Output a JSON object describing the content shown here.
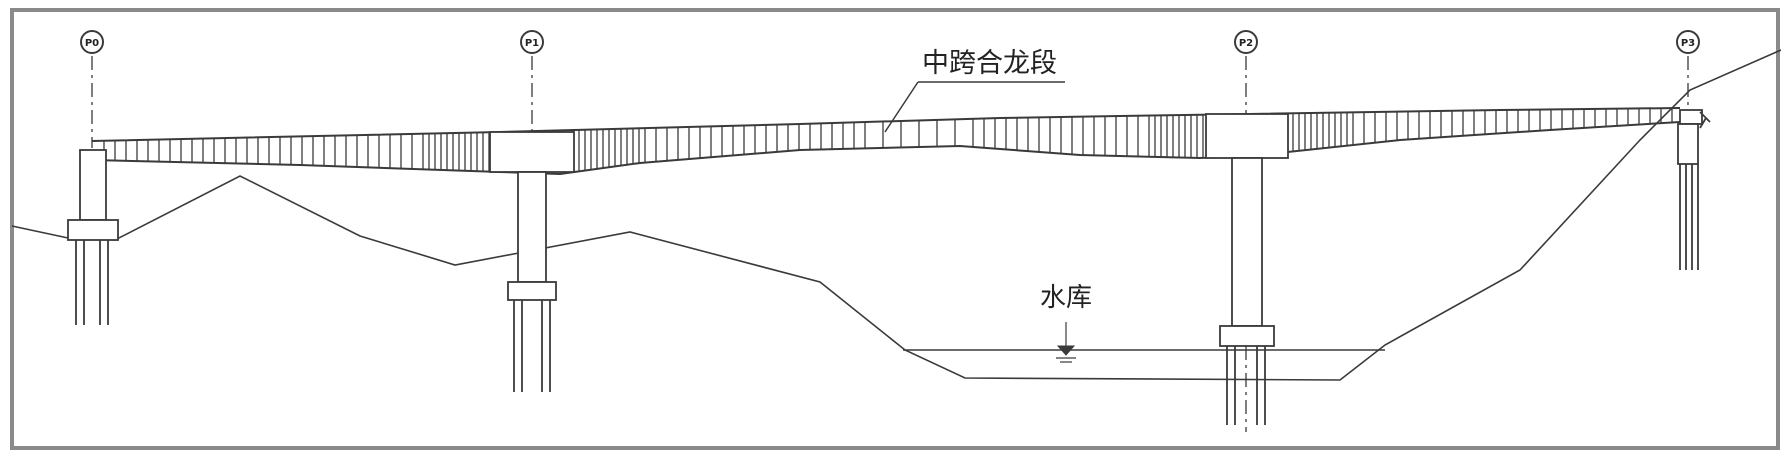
{
  "labels": {
    "closure_segment": "中跨合龙段",
    "reservoir": "水库"
  },
  "piers": [
    {
      "id": "p0",
      "mark": "P0"
    },
    {
      "id": "p1",
      "mark": "P1"
    },
    {
      "id": "p2",
      "mark": "P2"
    },
    {
      "id": "p3",
      "mark": "P3"
    }
  ],
  "colors": {
    "line": "#3a3a3a",
    "frame": "#8a8a8a",
    "background": "#ffffff"
  }
}
